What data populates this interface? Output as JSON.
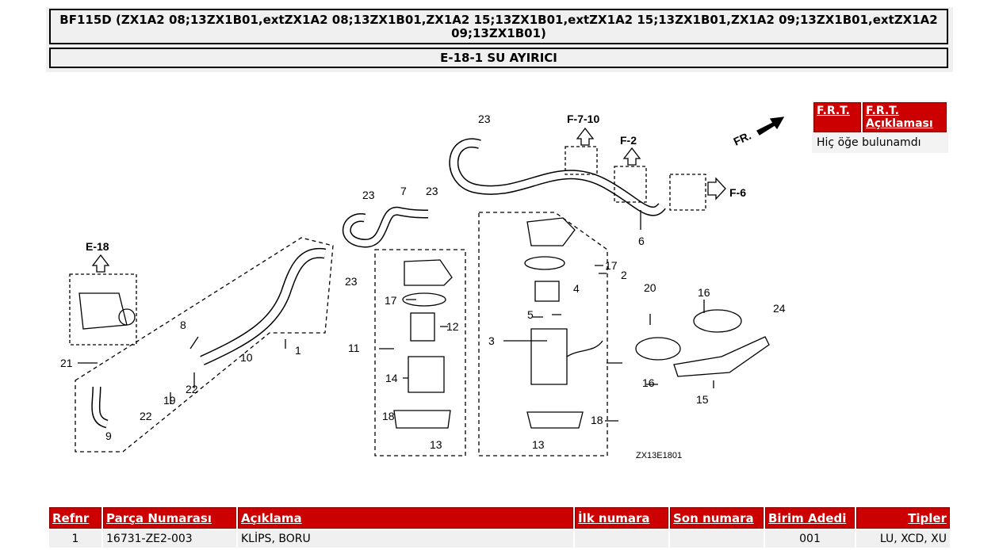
{
  "header": {
    "model_title": "BF115D (ZX1A2 08;13ZX1B01,extZX1A2 08;13ZX1B01,ZX1A2 15;13ZX1B01,extZX1A2 15;13ZX1B01,ZX1A2 09;13ZX1B01,extZX1A2 09;13ZX1B01)",
    "section_title": "E-18-1 SU AYIRICI"
  },
  "diagram": {
    "code": "ZX13E1801",
    "direction_label": "FR.",
    "refs": {
      "e18": "E-18",
      "f710": "F-7-10",
      "f2": "F-2",
      "f6": "F-6"
    },
    "callouts": {
      "n1": "1",
      "n2": "2",
      "n3": "3",
      "n4": "4",
      "n5": "5",
      "n6": "6",
      "n7": "7",
      "n8": "8",
      "n9": "9",
      "n10": "10",
      "n11": "11",
      "n12": "12",
      "n13a": "13",
      "n13b": "13",
      "n14": "14",
      "n15": "15",
      "n16a": "16",
      "n16b": "16",
      "n17a": "17",
      "n17b": "17",
      "n18a": "18",
      "n18b": "18",
      "n19": "19",
      "n20": "20",
      "n21": "21",
      "n22a": "22",
      "n22b": "22",
      "n23a": "23",
      "n23b": "23",
      "n23c": "23",
      "n23d": "23",
      "n24": "24"
    }
  },
  "frt_table": {
    "col1": "F.R.T.",
    "col2": "F.R.T. Açıklaması",
    "empty_message": "Hiç öğe bulunamdı"
  },
  "parts_table": {
    "headers": {
      "refnr": "Refnr",
      "part_number": "Parça Numarası",
      "description": "Açıklama",
      "first_number": "İlk numara",
      "last_number": "Son numara",
      "unit_qty": "Birim Adedi",
      "types": "Tipler"
    },
    "rows": [
      {
        "refnr": "1",
        "part_number": "16731-ZE2-003",
        "description": "KLİPS, BORU",
        "first_number": "",
        "last_number": "",
        "unit_qty": "001",
        "types": "LU, XCD, XU"
      }
    ]
  },
  "colors": {
    "header_red": "#cc0000",
    "row_gray": "#f0f0f0"
  }
}
